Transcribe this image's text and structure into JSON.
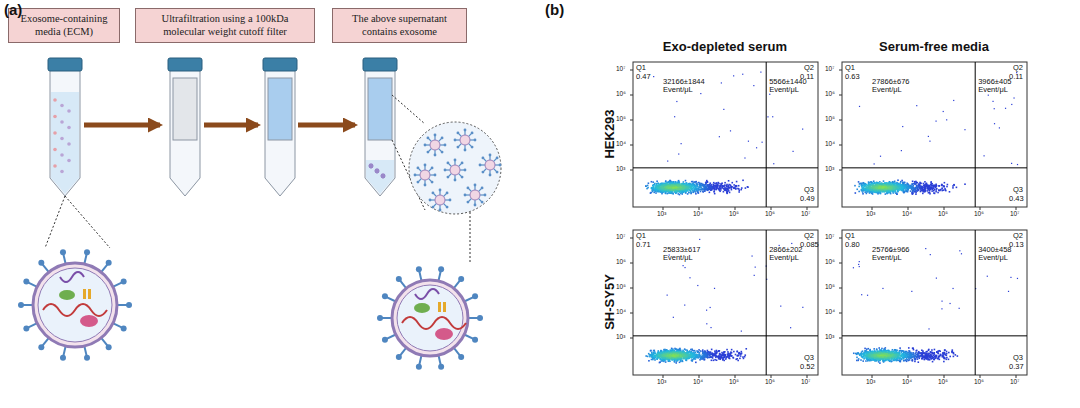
{
  "diagram": {
    "nodes": [
      {
        "text": [
          "Exosome-containing media (ECM)"
        ]
      },
      {
        "text": [
          "Ultrafiltration using a 100kDa molecular weight cutoff filter"
        ]
      },
      {
        "text": [
          "The above supernatant contains exosome"
        ]
      }
    ],
    "labels": [
      "(a)",
      "(b)",
      "Exo-depleted serum",
      "Serum-free media",
      "HEK293",
      "SH-SY5Y",
      "Q1",
      "0.47",
      "32166±1844 Event/μL",
      "Q2",
      "0.11",
      "5566±1440 Event/μL",
      "Q3",
      "0.49",
      "10⁷",
      "10⁶",
      "10⁵",
      "10⁴",
      "10³",
      "10³",
      "10⁴",
      "10⁵",
      "10⁶",
      "10⁷",
      "Q1",
      "0.63",
      "27866±676 Event/μL",
      "Q2",
      "0.11",
      "3966±405 Event/μL",
      "Q3",
      "0.43",
      "10⁷",
      "10⁶",
      "10⁵",
      "10⁴",
      "10³",
      "10³",
      "10⁴",
      "10⁵",
      "10⁶",
      "10⁷",
      "Q1",
      "0.71",
      "25833±617 Event/μL",
      "Q2",
      "0.085",
      "2866±202 Event/μL",
      "Q3",
      "0.52",
      "10⁷",
      "10⁶",
      "10⁵",
      "10⁴",
      "10³",
      "10³",
      "10⁴",
      "10⁵",
      "10⁶",
      "10⁷",
      "Q1",
      "0.80",
      "25766±966 Event/μL",
      "Q2",
      "0.13",
      "3400±458 Event/μL",
      "Q3",
      "0.37",
      "10⁷",
      "10⁶",
      "10⁵",
      "10⁴",
      "10³",
      "10³",
      "10⁴",
      "10⁵",
      "10⁶",
      "10⁷"
    ]
  }
}
